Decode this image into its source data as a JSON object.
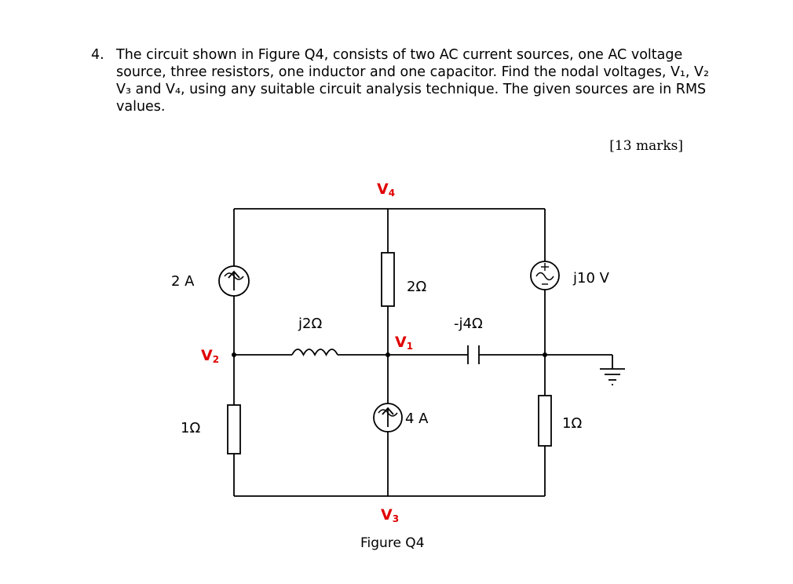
{
  "question": {
    "number": "4.",
    "text": "The circuit shown in Figure Q4, consists of two AC current sources, one AC voltage source, three resistors, one inductor and one capacitor. Find the nodal voltages, V₁, V₂ V₃ and V₄, using any suitable circuit analysis technique. The given sources are in RMS values.",
    "marks": "[13 marks]"
  },
  "circuit": {
    "nodes": {
      "v1": {
        "main": "V",
        "sub": "1"
      },
      "v2": {
        "main": "V",
        "sub": "2"
      },
      "v3": {
        "main": "V",
        "sub": "3"
      },
      "v4": {
        "main": "V",
        "sub": "4"
      }
    },
    "components": {
      "current_source_left": "2 A",
      "resistor_top_middle": "2Ω",
      "voltage_source_right": "j10 V",
      "inductor": "j2Ω",
      "capacitor": "-j4Ω",
      "resistor_bottom_left": "1Ω",
      "current_source_middle": "4 A",
      "resistor_bottom_right": "1Ω"
    },
    "caption": "Figure Q4"
  }
}
